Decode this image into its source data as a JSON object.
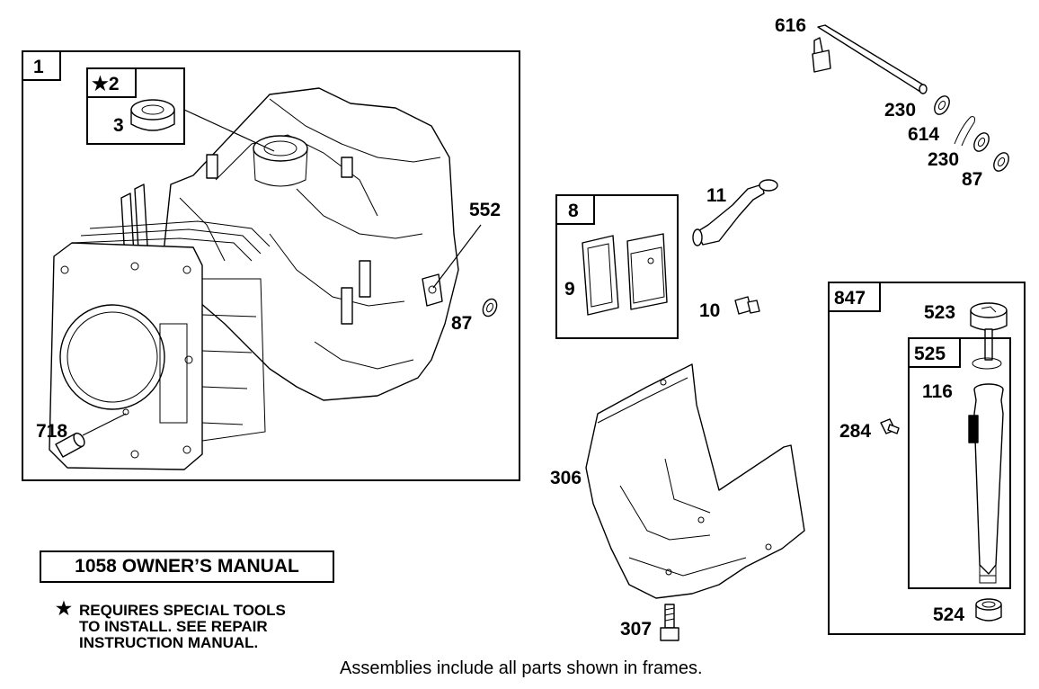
{
  "callouts": {
    "c616": "616",
    "c230a": "230",
    "c614": "614",
    "c230b": "230",
    "c87a": "87",
    "c552": "552",
    "c87b": "87",
    "c718": "718",
    "c3": "3",
    "c11": "11",
    "c9": "9",
    "c10": "10",
    "c523": "523",
    "c116": "116",
    "c284": "284",
    "c306": "306",
    "c307": "307",
    "c524": "524"
  },
  "frames": {
    "f1": "1",
    "f2": "★2",
    "f8": "8",
    "f847": "847",
    "f525": "525"
  },
  "manual_title": "1058 OWNER’S MANUAL",
  "note": {
    "star": "★",
    "line1": "REQUIRES SPECIAL TOOLS",
    "line2": "TO INSTALL.  SEE REPAIR",
    "line3": "INSTRUCTION MANUAL."
  },
  "footer": "Assemblies include all parts shown in frames."
}
